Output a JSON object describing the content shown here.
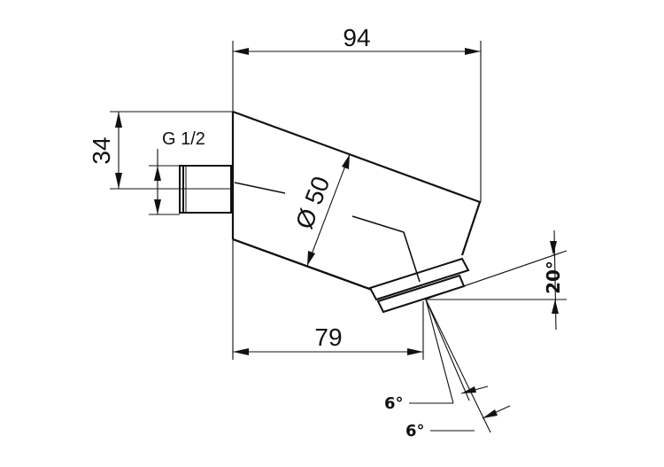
{
  "dimensions": {
    "overall_length": "94",
    "height_to_thread": "34",
    "thread": "G 1/2",
    "diameter": "Ø 50",
    "outlet_length": "79",
    "tilt_angle": "20°",
    "spray_angle_1": "6°",
    "spray_angle_2": "6°"
  }
}
